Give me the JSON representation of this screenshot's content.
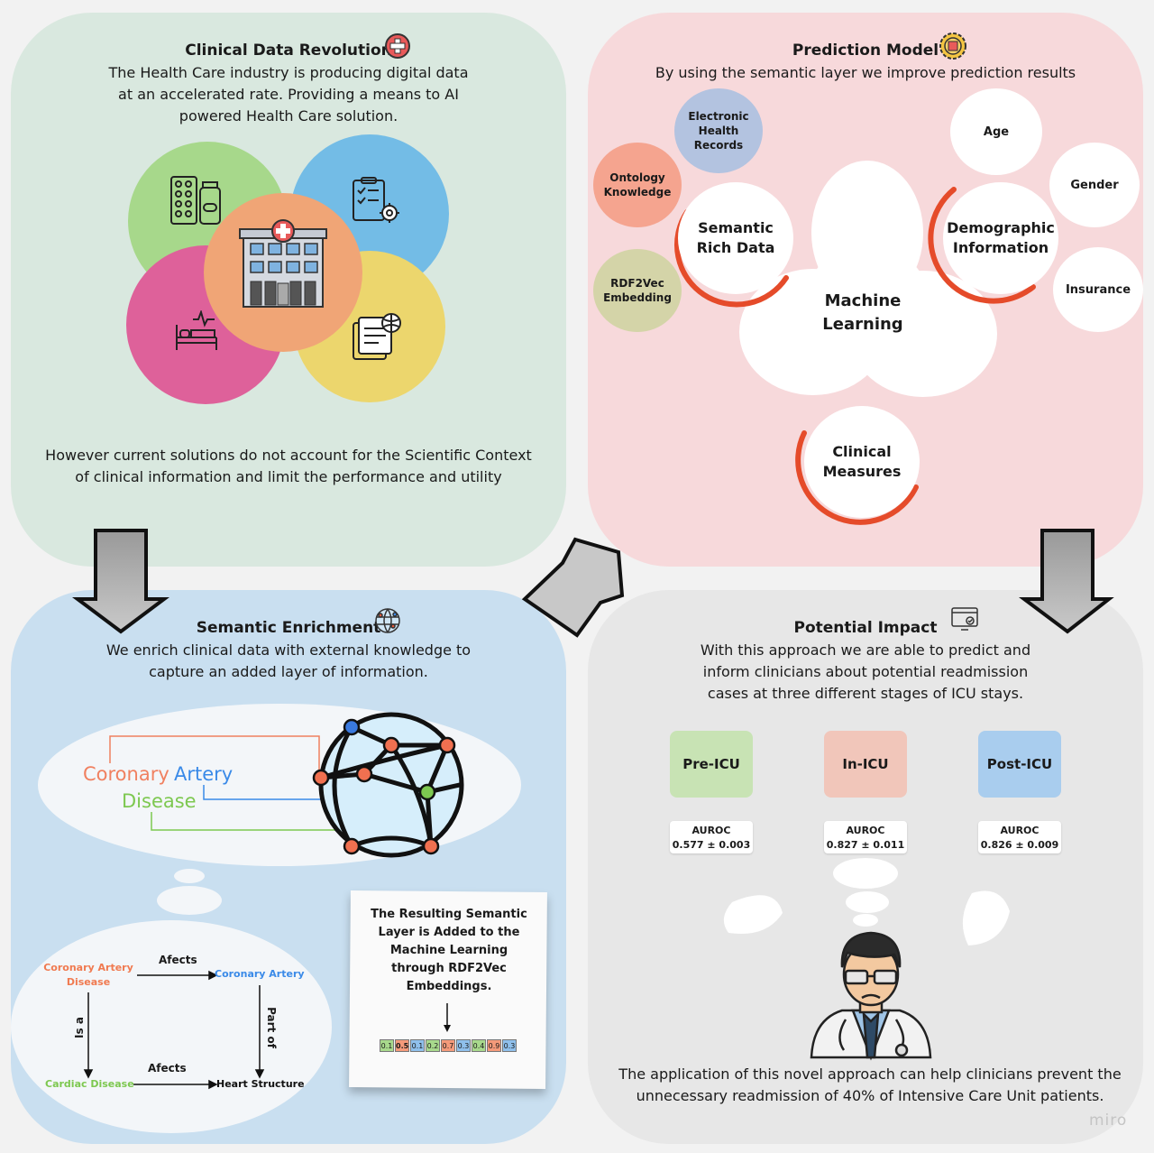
{
  "clinical": {
    "title": "Clinical Data Revolution",
    "text": "The Health Care industry is producing digital data at an accelerated rate. Providing a means to AI powered Health Care solution.",
    "bottom_text": "However current solutions do not account for the Scientific Context of  clinical information and limit the performance and utility",
    "circle_colors": [
      "#9fd67d",
      "#62b5e8",
      "#e04a8e",
      "#f0d35a",
      "#f59a64"
    ]
  },
  "prediction": {
    "title": "Prediction Model",
    "subtitle": "By using the semantic layer we improve prediction results",
    "center": "Machine Learning",
    "semantic": "Semantic Rich Data",
    "demographic": "Demographic Information",
    "clinical_measures": "Clinical Measures",
    "ehr": "Electronic Health Records",
    "ontology": "Ontology Knowledge",
    "rdf2vec": "RDF2Vec Embedding",
    "age": "Age",
    "gender": "Gender",
    "insurance": "Insurance"
  },
  "semantic": {
    "title": "Semantic Enrichment",
    "text": "We enrich clinical data with external knowledge to capture an added layer of information.",
    "word_coronary": "Coronary",
    "word_artery": "Artery",
    "word_disease": "Disease",
    "graph": {
      "n1": "Coronary Artery Disease",
      "n2": "Coronary Artery",
      "n3": "Cardiac Disease",
      "n4": "Heart Structure",
      "e_top": "Afects",
      "e_bottom": "Afects",
      "e_left": "Is a",
      "e_right": "Part of"
    },
    "note": "The Resulting Semantic Layer is Added to the Machine Learning through RDF2Vec Embeddings.",
    "vector": [
      "0.1",
      "0.5",
      "0.1",
      "0.2",
      "0.7",
      "0.3",
      "0.4",
      "0.9",
      "0.3"
    ]
  },
  "impact": {
    "title": "Potential Impact",
    "text": "With this approach we are able to predict and inform clinicians about potential readmission cases at three different stages of ICU stays.",
    "stages": [
      {
        "label": "Pre-ICU",
        "metric": "AUROC",
        "value": "0.577 ± 0.003",
        "color": "#c8e3b4"
      },
      {
        "label": "In-ICU",
        "metric": "AUROC",
        "value": "0.827 ± 0.011",
        "color": "#f1c6ba"
      },
      {
        "label": "Post-ICU",
        "metric": "AUROC",
        "value": "0.826 ± 0.009",
        "color": "#a9cdee"
      }
    ],
    "bottom_text": "The application of this novel approach can help clinicians prevent the unnecessary readmission of 40% of Intensive Care Unit patients."
  },
  "watermark": "miro"
}
